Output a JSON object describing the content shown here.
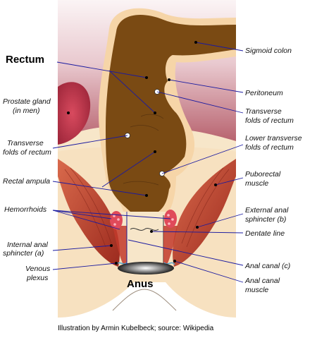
{
  "title": "Rectum",
  "anus_label": "Anus",
  "credit": "Illustration by Armin Kubelbeck; source: Wikipedia",
  "labels": {
    "sigmoid_colon": "Sigmoid colon",
    "prostate_1": "Prostate gland",
    "prostate_2": "(in men)",
    "peritoneum": "Peritoneum",
    "transverse_right_1": "Transverse",
    "transverse_right_2": "folds of rectum",
    "transverse_left_1": "Transverse",
    "transverse_left_2": "folds of rectum",
    "lower_transverse_1": "Lower transverse",
    "lower_transverse_2": "folds of rectum",
    "rectal_ampula": "Rectal ampula",
    "puborectal_1": "Puborectal",
    "puborectal_2": "muscle",
    "hemorrhoids": "Hemorrhoids",
    "external_sphincter_1": "External anal",
    "external_sphincter_2": "sphincter (b)",
    "dentate_line": "Dentate line",
    "internal_sphincter_1": "Internal anal",
    "internal_sphincter_2": "sphincter (a)",
    "venous_plexus_1": "Venous",
    "venous_plexus_2": "plexus",
    "anal_canal": "Anal canal (c)",
    "anal_canal_muscle_1": "Anal canal",
    "anal_canal_muscle_2": "muscle"
  },
  "colors": {
    "rectum_fill": "#7a4a13",
    "rectum_wall": "#f6d5a8",
    "background_tissue": "#f7e6c9",
    "pelvis_gradient_top": "#f0dde2",
    "pelvis_gradient_bottom": "#a8505e",
    "prostate": "#c4344a",
    "muscle": "#b83a2a",
    "leader": "#1a1aa0"
  }
}
